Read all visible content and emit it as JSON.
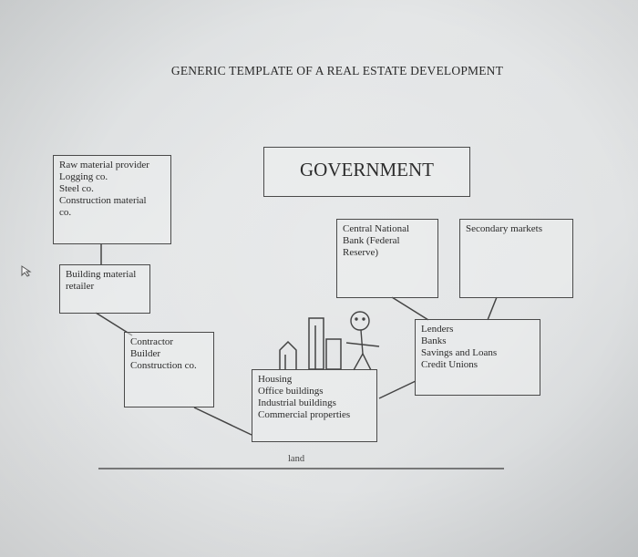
{
  "title": "GENERIC TEMPLATE OF A REAL ESTATE DEVELOPMENT",
  "government": "GOVERNMENT",
  "boxes": {
    "raw_material": [
      "Raw material provider",
      "Logging co.",
      "Steel co.",
      "Construction material",
      "co."
    ],
    "building_retailer": [
      "Building material",
      "retailer"
    ],
    "contractor": [
      "Contractor",
      "Builder",
      "Construction co."
    ],
    "central_bank": [
      "Central National",
      "Bank (Federal",
      "Reserve)"
    ],
    "secondary_markets": [
      "Secondary markets"
    ],
    "lenders": [
      "Lenders",
      "Banks",
      "Savings and Loans",
      "Credit Unions"
    ],
    "housing": [
      "Housing",
      "Office buildings",
      "Industrial buildings",
      "Commercial properties"
    ]
  },
  "land_label": "land",
  "icons": [
    "building-icon",
    "stick-figure-icon",
    "cursor-icon"
  ]
}
